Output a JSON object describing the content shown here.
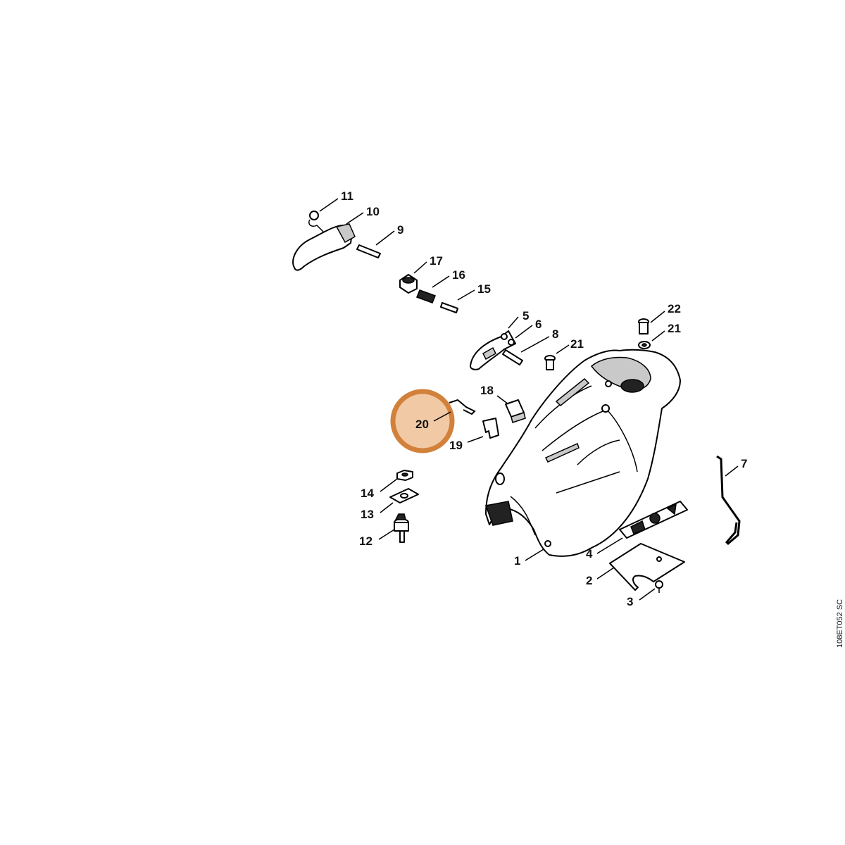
{
  "diagram": {
    "reference_code": "108ET052 SC",
    "highlighted_callout": "20",
    "highlight_colors": {
      "fill": "#f1c9a5",
      "ring": "#d2813b"
    },
    "callouts": {
      "c1": "1",
      "c2": "2",
      "c3": "3",
      "c4": "4",
      "c5": "5",
      "c6": "6",
      "c7": "7",
      "c8": "8",
      "c9": "9",
      "c10": "10",
      "c11": "11",
      "c12": "12",
      "c13": "13",
      "c14": "14",
      "c15": "15",
      "c16": "16",
      "c17": "17",
      "c18": "18",
      "c19": "19",
      "c20": "20",
      "c21a": "21",
      "c21b": "21",
      "c22": "22"
    }
  }
}
